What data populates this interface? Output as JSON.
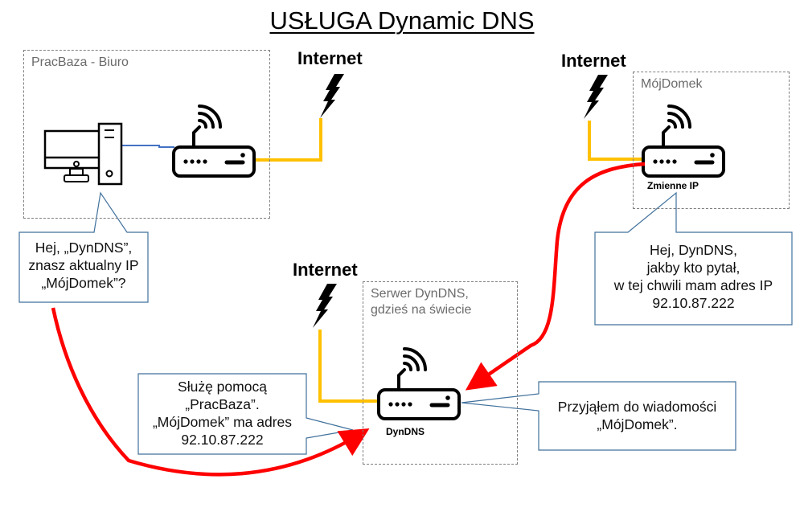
{
  "title": "USŁUGA Dynamic DNS",
  "zones": {
    "office": "PracBaza - Biuro",
    "home": "MójDomek",
    "server_line1": "Serwer DynDNS,",
    "server_line2": "gdzieś na świecie"
  },
  "internet_label": "Internet",
  "device_labels": {
    "home_router": "Zmienne IP",
    "server_router": "DynDNS"
  },
  "callouts": {
    "office_question": [
      "Hej, „DynDNS”,",
      "znasz aktualny IP",
      "„MójDomek”?"
    ],
    "home_update": [
      "Hej, DynDNS,",
      "jakby kto pytał,",
      "w tej chwili mam adres IP",
      "92.10.87.222"
    ],
    "server_reply": [
      "Służę pomocą",
      "„PracBaza”.",
      "„MójDomek” ma adres",
      "92.10.87.222"
    ],
    "server_ack": [
      "Przyjąłem do wiadomości",
      "„MójDomek”."
    ]
  },
  "colors": {
    "cable_lan": "#4472c4",
    "cable_wan": "#ffc000",
    "arrow": "#ff0000",
    "callout_border": "#41719c",
    "zone_border": "#7f7f7f"
  }
}
